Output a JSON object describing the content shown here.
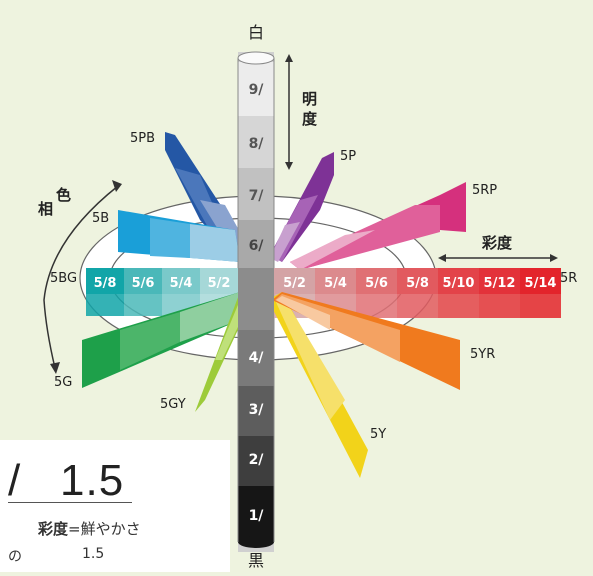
{
  "labels": {
    "white": "白",
    "black": "黒",
    "value_axis": [
      "明",
      "度"
    ],
    "hue_axis": [
      "色",
      "相"
    ],
    "chroma_axis": "彩度"
  },
  "value_steps": [
    "9/",
    "8/",
    "7/",
    "6/",
    "4/",
    "3/",
    "2/",
    "1/"
  ],
  "hues": [
    "5R",
    "5YR",
    "5Y",
    "5GY",
    "5G",
    "5BG",
    "5B",
    "5PB",
    "5P",
    "5RP"
  ],
  "chroma_right": [
    "5/2",
    "5/4",
    "5/6",
    "5/8",
    "5/10",
    "5/12",
    "5/14"
  ],
  "chroma_left": [
    "5/8",
    "5/6",
    "5/4",
    "5/2"
  ],
  "footer": {
    "slash": "/",
    "value": "1.5",
    "chroma_term": "彩度",
    "chroma_equals": "=鮮やかさ",
    "no_char": "の",
    "value_small": "1.5"
  },
  "colors": {
    "background": "#eef3df",
    "R": "#e3242b",
    "YR": "#f07a1e",
    "Y": "#f2d31a",
    "GY": "#9dcb3a",
    "G": "#1ea04a",
    "BG": "#11a5a8",
    "B": "#1a9fd8",
    "PB": "#2457a5",
    "P": "#7e3296",
    "RP": "#d5307d"
  }
}
